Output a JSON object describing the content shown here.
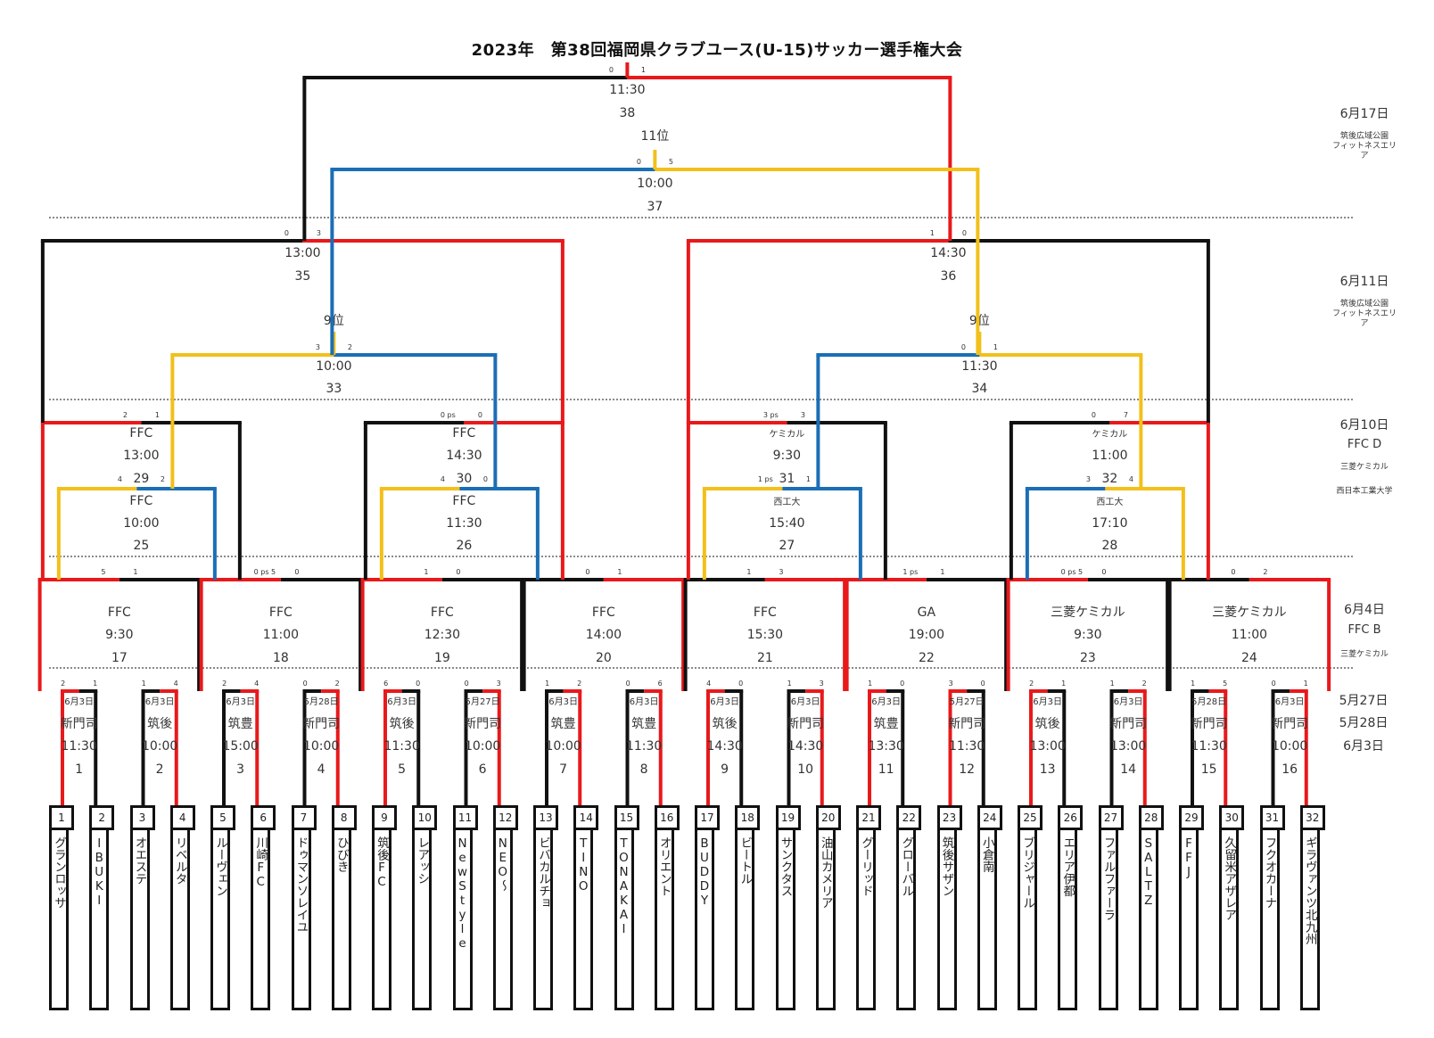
{
  "title": "2023年　第38回福岡県クラブユース(U-15)サッカー選手権大会",
  "colors": {
    "winner": "#e8191b",
    "loser": "#111111",
    "blue": "#1b6eb5",
    "yellow": "#f2c01b",
    "divider": "#444444"
  },
  "right_labels": {
    "r1": {
      "date": "6月17日",
      "venue": [
        "筑後広域公園",
        "フィットネスエリ",
        "ア"
      ]
    },
    "r2": {
      "date": "6月11日",
      "venue": [
        "筑後広域公園",
        "フィットネスエリ",
        "ア"
      ]
    },
    "r3": {
      "date": "6月10日",
      "field": "FFC D",
      "v1": "三菱ケミカル",
      "v2": "西日本工業大学"
    },
    "r4": {
      "date": "6月4日",
      "field": "FFC B",
      "v1": "三菱ケミカル"
    },
    "r5": {
      "dates": [
        "5月27日",
        "5月28日",
        "6月3日"
      ]
    }
  },
  "teams": [
    {
      "no": "1",
      "name": "グランロッサ"
    },
    {
      "no": "2",
      "name": "IBUKI"
    },
    {
      "no": "3",
      "name": "オエステ"
    },
    {
      "no": "4",
      "name": "リベルタ"
    },
    {
      "no": "5",
      "name": "ルーヴェン"
    },
    {
      "no": "6",
      "name": "川崎FC"
    },
    {
      "no": "7",
      "name": "ドゥマンソレイユ"
    },
    {
      "no": "8",
      "name": "ひびき"
    },
    {
      "no": "9",
      "name": "筑後FC"
    },
    {
      "no": "10",
      "name": "レアッシ"
    },
    {
      "no": "11",
      "name": "NewStyle"
    },
    {
      "no": "12",
      "name": "NEO〜"
    },
    {
      "no": "13",
      "name": "ビバカルチョ"
    },
    {
      "no": "14",
      "name": "TINO"
    },
    {
      "no": "15",
      "name": "TONAKAI"
    },
    {
      "no": "16",
      "name": "オリエント"
    },
    {
      "no": "17",
      "name": "BUDDY"
    },
    {
      "no": "18",
      "name": "ビートル"
    },
    {
      "no": "19",
      "name": "サンクタス"
    },
    {
      "no": "20",
      "name": "油山カメリア"
    },
    {
      "no": "21",
      "name": "グーリッド"
    },
    {
      "no": "22",
      "name": "グローバル"
    },
    {
      "no": "23",
      "name": "筑後サザン"
    },
    {
      "no": "24",
      "name": "小倉南"
    },
    {
      "no": "25",
      "name": "ブリジャール"
    },
    {
      "no": "26",
      "name": "エリア伊都"
    },
    {
      "no": "27",
      "name": "ファルファーラ"
    },
    {
      "no": "28",
      "name": "SALTZ"
    },
    {
      "no": "29",
      "name": "FFJ"
    },
    {
      "no": "30",
      "name": "久留米アザレア"
    },
    {
      "no": "31",
      "name": "フクオカーナ"
    },
    {
      "no": "32",
      "name": "ギラヴァンツ北九州"
    }
  ],
  "r1_matches": [
    {
      "date": "6月3日",
      "venue": "新門司",
      "time": "11:30",
      "no": "1",
      "s": [
        "2",
        "1"
      ],
      "w": "L"
    },
    {
      "date": "6月3日",
      "venue": "筑後",
      "time": "10:00",
      "no": "2",
      "s": [
        "1",
        "4"
      ],
      "w": "R"
    },
    {
      "date": "6月3日",
      "venue": "筑豊",
      "time": "15:00",
      "no": "3",
      "s": [
        "2",
        "4"
      ],
      "w": "R"
    },
    {
      "date": "5月28日",
      "venue": "新門司",
      "time": "10:00",
      "no": "4",
      "s": [
        "0",
        "2"
      ],
      "w": "R"
    },
    {
      "date": "6月3日",
      "venue": "筑後",
      "time": "11:30",
      "no": "5",
      "s": [
        "6",
        "0"
      ],
      "w": "L"
    },
    {
      "date": "5月27日",
      "venue": "新門司",
      "time": "10:00",
      "no": "6",
      "s": [
        "0",
        "3"
      ],
      "w": "R"
    },
    {
      "date": "6月3日",
      "venue": "筑豊",
      "time": "10:00",
      "no": "7",
      "s": [
        "1",
        "2"
      ],
      "w": "R"
    },
    {
      "date": "6月3日",
      "venue": "筑豊",
      "time": "11:30",
      "no": "8",
      "s": [
        "0",
        "6"
      ],
      "w": "R"
    },
    {
      "date": "6月3日",
      "venue": "筑後",
      "time": "14:30",
      "no": "9",
      "s": [
        "4",
        "0"
      ],
      "w": "L"
    },
    {
      "date": "6月3日",
      "venue": "新門司",
      "time": "14:30",
      "no": "10",
      "s": [
        "1",
        "3"
      ],
      "w": "R"
    },
    {
      "date": "6月3日",
      "venue": "筑豊",
      "time": "13:30",
      "no": "11",
      "s": [
        "1",
        "0"
      ],
      "w": "L"
    },
    {
      "date": "5月27日",
      "venue": "新門司",
      "time": "11:30",
      "no": "12",
      "s": [
        "3",
        "0"
      ],
      "w": "L"
    },
    {
      "date": "6月3日",
      "venue": "筑後",
      "time": "13:00",
      "no": "13",
      "s": [
        "2",
        "1"
      ],
      "w": "L"
    },
    {
      "date": "6月3日",
      "venue": "新門司",
      "time": "13:00",
      "no": "14",
      "s": [
        "1",
        "2"
      ],
      "w": "R"
    },
    {
      "date": "5月28日",
      "venue": "新門司",
      "time": "11:30",
      "no": "15",
      "s": [
        "1",
        "5"
      ],
      "w": "R"
    },
    {
      "date": "6月3日",
      "venue": "新門司",
      "time": "10:00",
      "no": "16",
      "s": [
        "0",
        "1"
      ],
      "w": "R"
    }
  ],
  "r2_matches": [
    {
      "venue": "FFC",
      "time": "9:30",
      "no": "17",
      "s": [
        "5",
        "1"
      ],
      "w": "L"
    },
    {
      "venue": "FFC",
      "time": "11:00",
      "no": "18",
      "s": [
        "0 ps 5",
        "0"
      ],
      "w": "L"
    },
    {
      "venue": "FFC",
      "time": "12:30",
      "no": "19",
      "s": [
        "1",
        "0"
      ],
      "w": "L"
    },
    {
      "venue": "FFC",
      "time": "14:00",
      "no": "20",
      "s": [
        "0",
        "1"
      ],
      "w": "R"
    },
    {
      "venue": "FFC",
      "time": "15:30",
      "no": "21",
      "s": [
        "1",
        "3"
      ],
      "w": "R"
    },
    {
      "venue": "GA",
      "time": "19:00",
      "no": "22",
      "s": [
        "1 ps",
        "1"
      ],
      "w": "L"
    },
    {
      "venue": "三菱ケミカル",
      "time": "9:30",
      "no": "23",
      "s": [
        "0 ps 5",
        "0"
      ],
      "w": "L"
    },
    {
      "venue": "三菱ケミカル",
      "time": "11:00",
      "no": "24",
      "s": [
        "0",
        "2"
      ],
      "w": "R"
    }
  ],
  "r3_matches": [
    {
      "venue": "FFC",
      "time": "13:00",
      "no": "29",
      "s": [
        "2",
        "1"
      ],
      "w": "L"
    },
    {
      "venue": "FFC",
      "time": "14:30",
      "no": "30",
      "s": [
        "0 ps",
        "0"
      ],
      "w": "R"
    },
    {
      "venue": "ケミカル",
      "time": "9:30",
      "no": "31",
      "s": [
        "3 ps",
        "3"
      ],
      "w": "L"
    },
    {
      "venue": "ケミカル",
      "time": "11:00",
      "no": "32",
      "s": [
        "0",
        "7"
      ],
      "w": "R"
    }
  ],
  "cons1": [
    {
      "venue": "FFC",
      "time": "10:00",
      "no": "25",
      "s": [
        "4",
        "2"
      ],
      "w": "L"
    },
    {
      "venue": "FFC",
      "time": "11:30",
      "no": "26",
      "s": [
        "4",
        "0"
      ],
      "w": "L"
    },
    {
      "venue": "西工大",
      "time": "15:40",
      "no": "27",
      "s": [
        "1 ps",
        "1"
      ],
      "w": "L"
    },
    {
      "venue": "西工大",
      "time": "17:10",
      "no": "28",
      "s": [
        "3",
        "4"
      ],
      "w": "R"
    }
  ],
  "semis": [
    {
      "time": "13:00",
      "no": "35",
      "s": [
        "0",
        "3"
      ],
      "w": "R"
    },
    {
      "time": "14:30",
      "no": "36",
      "s": [
        "1",
        "0"
      ],
      "w": "L"
    }
  ],
  "cons2": [
    {
      "label": "9位",
      "time": "10:00",
      "no": "33",
      "s": [
        "3",
        "2"
      ],
      "w": "L"
    },
    {
      "label": "9位",
      "time": "11:30",
      "no": "34",
      "s": [
        "0",
        "1"
      ],
      "w": "R"
    }
  ],
  "final": {
    "time": "11:30",
    "no": "38",
    "s": [
      "0",
      "1"
    ],
    "w": "R"
  },
  "place11": {
    "label": "11位",
    "time": "10:00",
    "no": "37",
    "s": [
      "0",
      "5"
    ],
    "w": "R"
  }
}
